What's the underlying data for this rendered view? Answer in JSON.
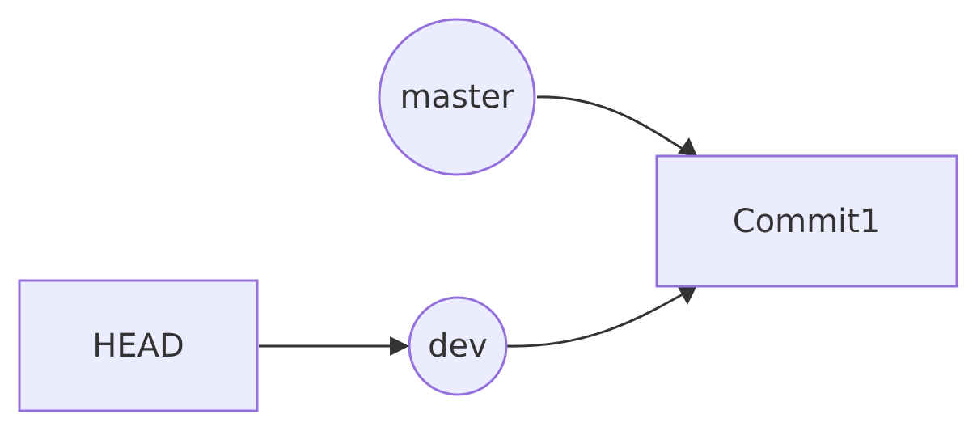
{
  "nodes": {
    "master": {
      "label": "master"
    },
    "commit1": {
      "label": "Commit1"
    },
    "head": {
      "label": "HEAD"
    },
    "dev": {
      "label": "dev"
    }
  },
  "edges": [
    {
      "from": "master",
      "to": "commit1"
    },
    {
      "from": "head",
      "to": "dev"
    },
    {
      "from": "dev",
      "to": "commit1"
    }
  ],
  "colors": {
    "node_fill": "#ECECFF",
    "node_stroke": "#9370DB",
    "edge": "#333333",
    "text": "#333333"
  }
}
